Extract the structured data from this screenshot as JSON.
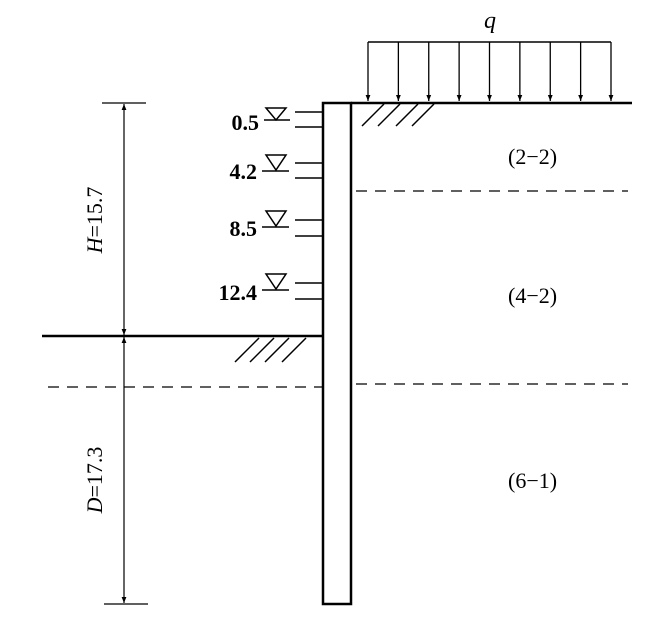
{
  "load": {
    "label": "q",
    "arrow_count": 9
  },
  "strut_levels": [
    "0.5",
    "4.2",
    "8.5",
    "12.4"
  ],
  "dimensions": {
    "excavation_depth": {
      "var": "H",
      "label": "=15.7"
    },
    "embedment_depth": {
      "var": "D",
      "label": "=17.3"
    }
  },
  "soil_layers": [
    "(2−2)",
    "(4−2)",
    "(6−1)"
  ]
}
